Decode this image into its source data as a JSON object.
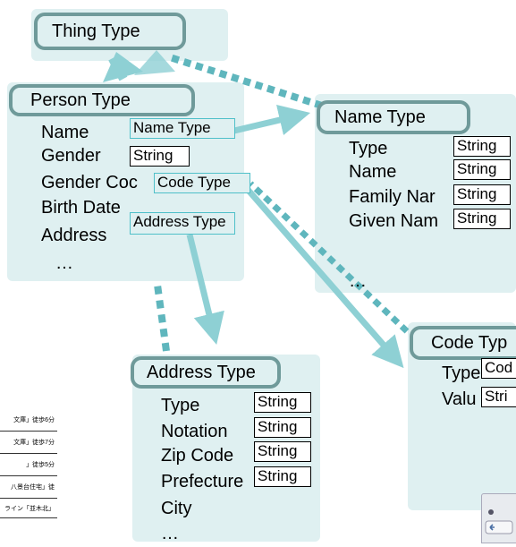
{
  "thing_type": {
    "title": "Thing Type"
  },
  "person_type": {
    "title": "Person Type",
    "fields": [
      "Name",
      "Gender",
      "Gender Coc",
      "Birth Date",
      "Address",
      "…"
    ],
    "tags": [
      "Name Type",
      "String",
      "Code Type",
      "Address Type"
    ]
  },
  "name_type": {
    "title": "Name Type",
    "fields": [
      "Type",
      "Name",
      "Family Nar",
      "Given Nam",
      "…"
    ],
    "tags": [
      "String",
      "String",
      "String",
      "String"
    ]
  },
  "address_type": {
    "title": "Address Type",
    "fields": [
      "Type",
      "Notation",
      "Zip Code",
      "Prefecture",
      "City",
      "…"
    ],
    "tags": [
      "String",
      "String",
      "String",
      "String"
    ]
  },
  "code_type": {
    "title": "Code Typ",
    "fields": [
      "Type",
      "Valu"
    ],
    "tags": [
      "Cod",
      "Stri"
    ]
  },
  "side_table": {
    "rows": [
      "文庫」徒歩6分",
      "文庫」徒歩7分",
      "」徒歩5分",
      "八景台住宅」徒",
      "ライン「並木北」"
    ]
  },
  "colors": {
    "panel": "#dff0f1",
    "pill_border": "#6f9a9a",
    "arrow": "#8ed0d4",
    "dots": "#5fb6bd",
    "teal_tag": "#4fc0c9"
  }
}
